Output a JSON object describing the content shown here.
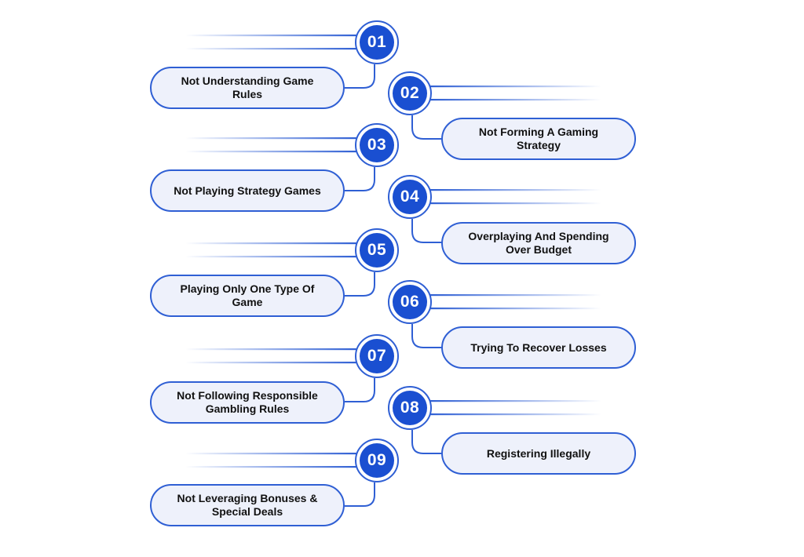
{
  "steps": [
    {
      "number": "01",
      "label": "Not Understanding Game Rules"
    },
    {
      "number": "02",
      "label": "Not Forming A Gaming Strategy"
    },
    {
      "number": "03",
      "label": "Not Playing Strategy Games"
    },
    {
      "number": "04",
      "label": "Overplaying And Spending Over Budget"
    },
    {
      "number": "05",
      "label": "Playing Only One Type Of Game"
    },
    {
      "number": "06",
      "label": "Trying To Recover Losses"
    },
    {
      "number": "07",
      "label": "Not Following Responsible Gambling Rules"
    },
    {
      "number": "08",
      "label": "Registering Illegally"
    },
    {
      "number": "09",
      "label": "Not Leveraging Bonuses & Special Deals"
    }
  ],
  "colors": {
    "accent": "#1a4fd1",
    "outline": "#2f5fd4",
    "pill_fill": "#eef1fb",
    "text": "#111111"
  }
}
